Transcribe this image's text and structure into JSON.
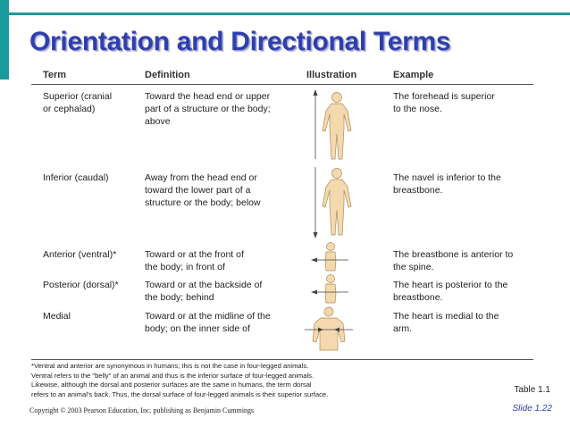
{
  "title": "Orientation and Directional Terms",
  "headers": {
    "term": "Term",
    "definition": "Definition",
    "illustration": "Illustration",
    "example": "Example"
  },
  "rows": [
    {
      "term": [
        "Superior (cranial",
        "or cephalad)"
      ],
      "definition": [
        "Toward the head end or upper",
        "part of a structure or the body;",
        "above"
      ],
      "example": [
        "The forehead is superior",
        "to the nose."
      ]
    },
    {
      "term": [
        "Inferior (caudal)"
      ],
      "definition": [
        "Away from the head end or",
        "toward the lower part of a",
        "structure or the body; below"
      ],
      "example": [
        "The navel is inferior to the",
        "breastbone."
      ]
    },
    {
      "term": [
        "Anterior (ventral)*"
      ],
      "definition": [
        "Toward or at the front of",
        "the body; in front of"
      ],
      "example": [
        "The breastbone is anterior to",
        "the spine."
      ]
    },
    {
      "term": [
        "Posterior (dorsal)*"
      ],
      "definition": [
        "Toward or at the backside of",
        "the body; behind"
      ],
      "example": [
        "The heart is posterior to the",
        "breastbone."
      ]
    },
    {
      "term": [
        "Medial"
      ],
      "definition": [
        "Toward or at the midline of the",
        "body; on the inner side of"
      ],
      "example": [
        "The heart is medial to the",
        "arm."
      ]
    }
  ],
  "footnote": [
    "*Ventral and anterior are synonymous in humans; this is not the case in four-legged animals.",
    "Ventral refers to the \"belly\" of an animal and thus is the inferior surface of four-legged animals.",
    "Likewise, although the dorsal and posterior surfaces are the same in humans, the term dorsal",
    "refers to an animal's back. Thus, the dorsal surface of four-legged animals is their superior surface."
  ],
  "table_label": "Table 1.1",
  "copyright": "Copyright © 2003 Pearson Education, Inc. publishing as Benjamin Cummings",
  "slide_number": "Slide 1.22",
  "colors": {
    "accent": "#1a9a9a",
    "title": "#2f3fae",
    "skin": "#f3d9ad",
    "skin_outline": "#b08a55"
  },
  "icons": [
    "human-figure-superior-icon",
    "human-figure-inferior-icon",
    "torso-profile-anterior-icon",
    "torso-profile-posterior-icon",
    "torso-front-medial-icon"
  ]
}
